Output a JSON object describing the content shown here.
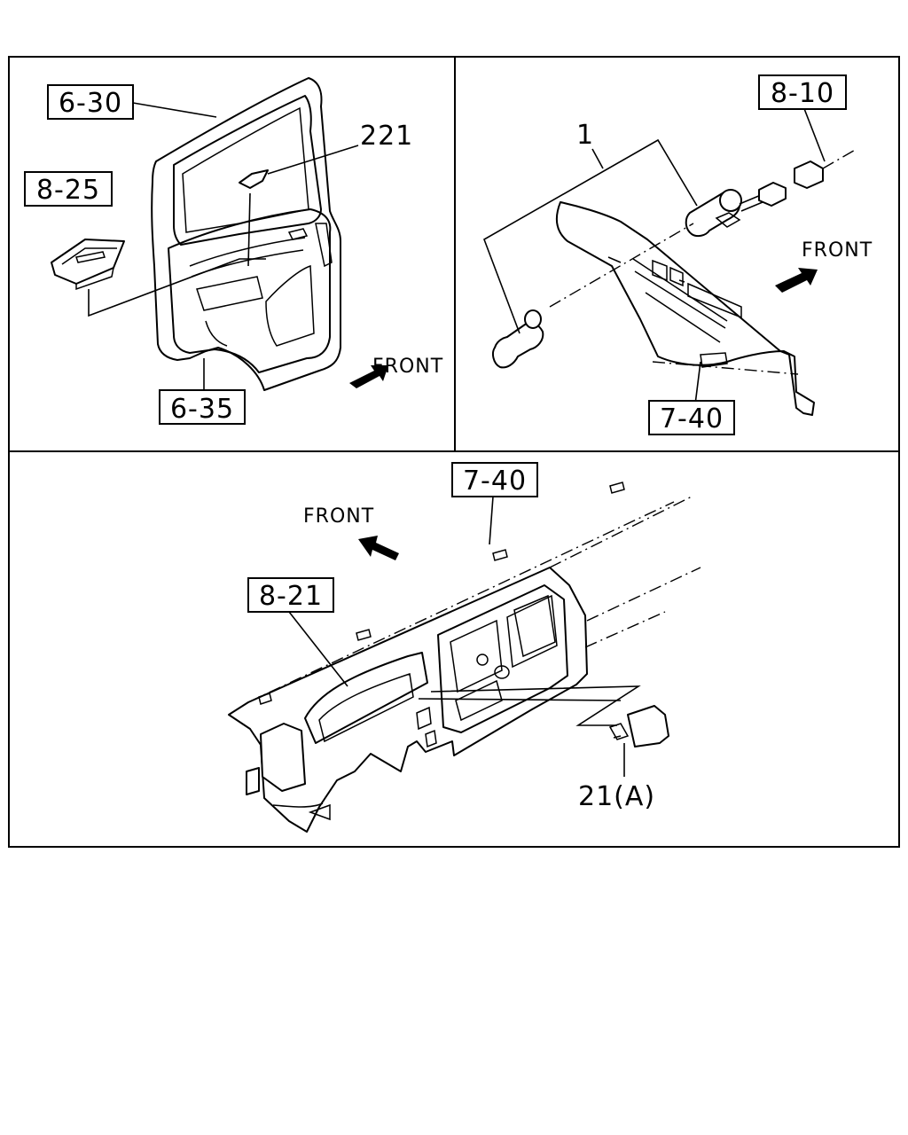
{
  "panels": {
    "door": {
      "ref_door_upper": "6-30",
      "ref_switch": "8-25",
      "part_number": "221",
      "ref_door_lower": "6-35",
      "front_label": "FRONT"
    },
    "console": {
      "part_number": "1",
      "ref_harness": "8-10",
      "ref_panel": "7-40",
      "front_label": "FRONT"
    },
    "dashboard": {
      "ref_panel": "7-40",
      "ref_cluster": "8-21",
      "part_number": "21(A)",
      "front_label": "FRONT"
    }
  }
}
